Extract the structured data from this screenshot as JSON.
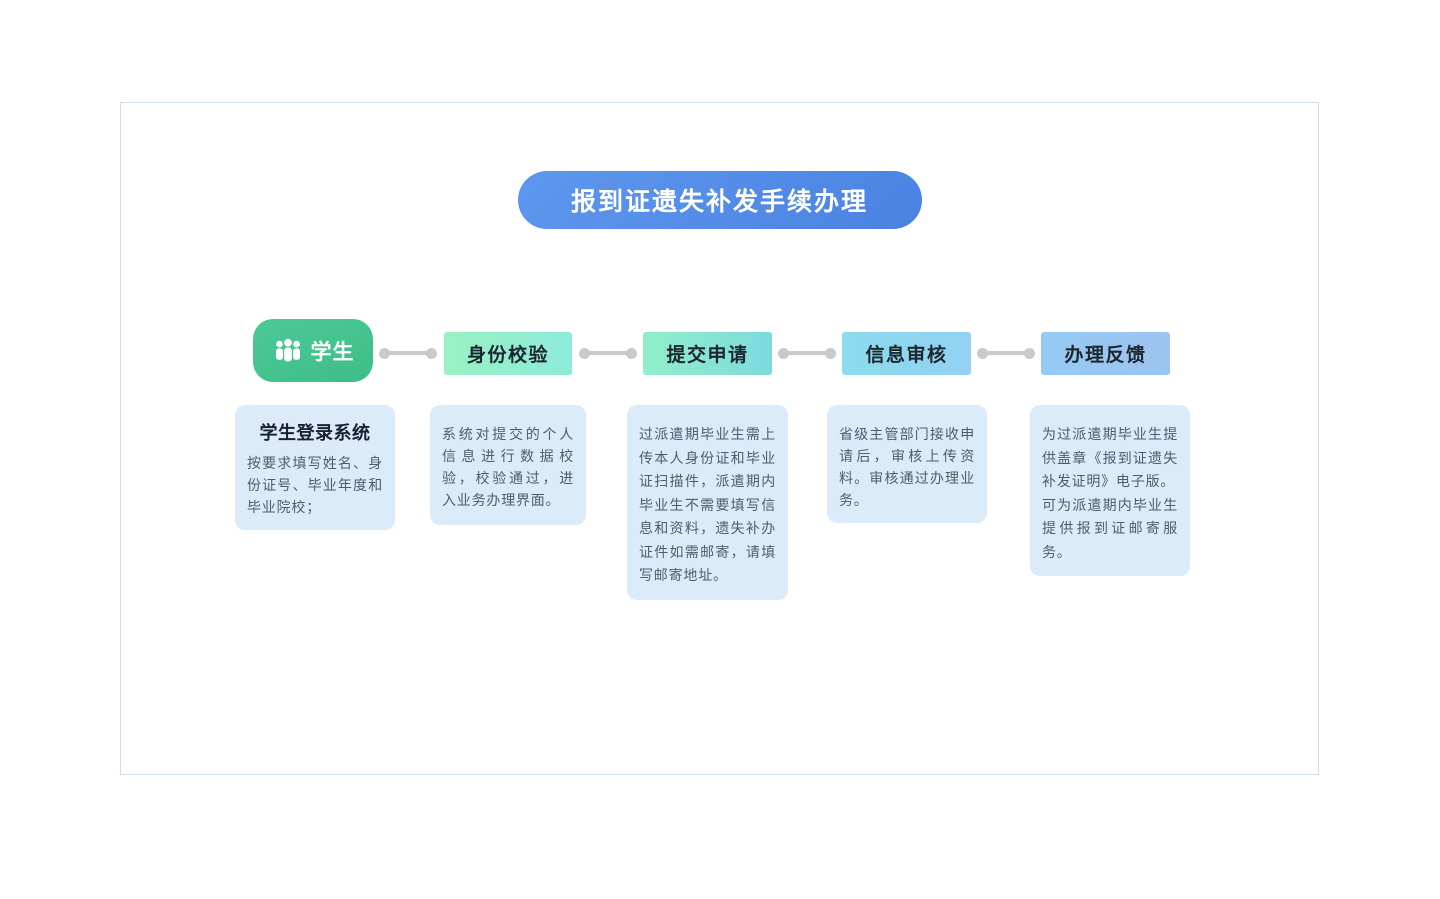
{
  "page": {
    "title_banner": "报到证遗失补发手续办理"
  },
  "flow": {
    "actor": {
      "label": "学生",
      "icon": "people-group-icon"
    },
    "steps": [
      {
        "label": "身份校验"
      },
      {
        "label": "提交申请"
      },
      {
        "label": "信息审核"
      },
      {
        "label": "办理反馈"
      }
    ]
  },
  "details": [
    {
      "title": "学生登录系统",
      "body": "按要求填写姓名、身份证号、毕业年度和毕业院校；"
    },
    {
      "body": "系统对提交的个人信息进行数据校验，校验通过，进入业务办理界面。"
    },
    {
      "body": "过派遣期毕业生需上传本人身份证和毕业证扫描件，派遣期内毕业生不需要填写信息和资料，遗失补办证件如需邮寄，请填写邮寄地址。"
    },
    {
      "body": "省级主管部门接收申请后，审核上传资料。审核通过办理业务。"
    },
    {
      "body": "为过派遣期毕业生提供盖章《报到证遗失补发证明》电子版。\n可为派遣期内毕业生提供报到证邮寄服务。"
    }
  ],
  "colors": {
    "banner_blue": "#4a84e6",
    "actor_green": "#45c28e",
    "step1_left": "#98f2c1",
    "step1_right": "#8deada",
    "step2_left": "#92eec8",
    "step2_right": "#7ddade",
    "step3_left": "#8bdcec",
    "step3_right": "#93d1f3",
    "step4_left": "#95cbf2",
    "step4_right": "#9dc3f0",
    "detail_bg": "#dcebfa",
    "connector_gray": "#c9c9c9",
    "card_border": "#cfdfee"
  }
}
